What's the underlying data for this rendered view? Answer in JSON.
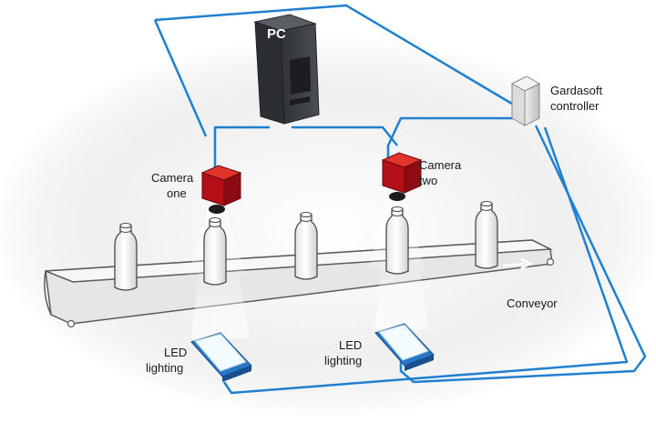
{
  "labels": {
    "pc": "PC",
    "controller_line1": "Gardasoft",
    "controller_line2": "controller",
    "camera_one_line1": "Camera",
    "camera_one_line2": "one",
    "camera_two_line1": "Camera",
    "camera_two_line2": "two",
    "conveyor": "Conveyor",
    "led1_line1": "LED",
    "led1_line2": "lighting",
    "led2_line1": "LED",
    "led2_line2": "lighting"
  },
  "colors": {
    "cable": "#1f7fd0",
    "camera": "#c4111c",
    "pc_body": "#3d4046",
    "led_panel": "#2a76c4",
    "conveyor": "#dcdcdc"
  },
  "bottle_count": 5
}
